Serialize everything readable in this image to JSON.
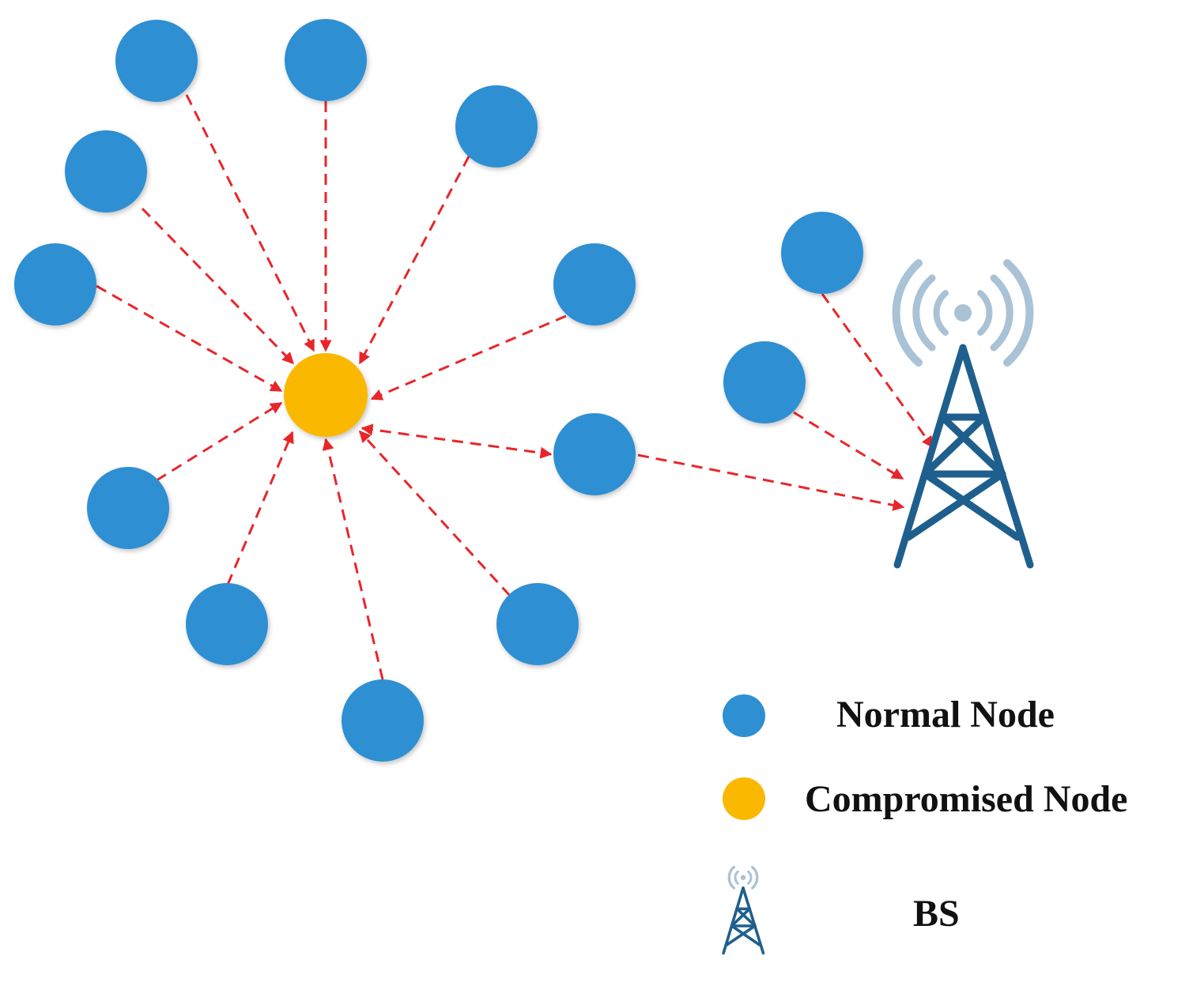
{
  "legend": {
    "normal_label": "Normal Node",
    "compromised_label": "Compromised Node",
    "bs_label": "BS"
  },
  "colors": {
    "normal_node": "#2e8fd3",
    "compromised_node": "#fbb800",
    "arrow": "#e8262a",
    "tower": "#1f5f8e",
    "signal": "#aac2d6"
  }
}
